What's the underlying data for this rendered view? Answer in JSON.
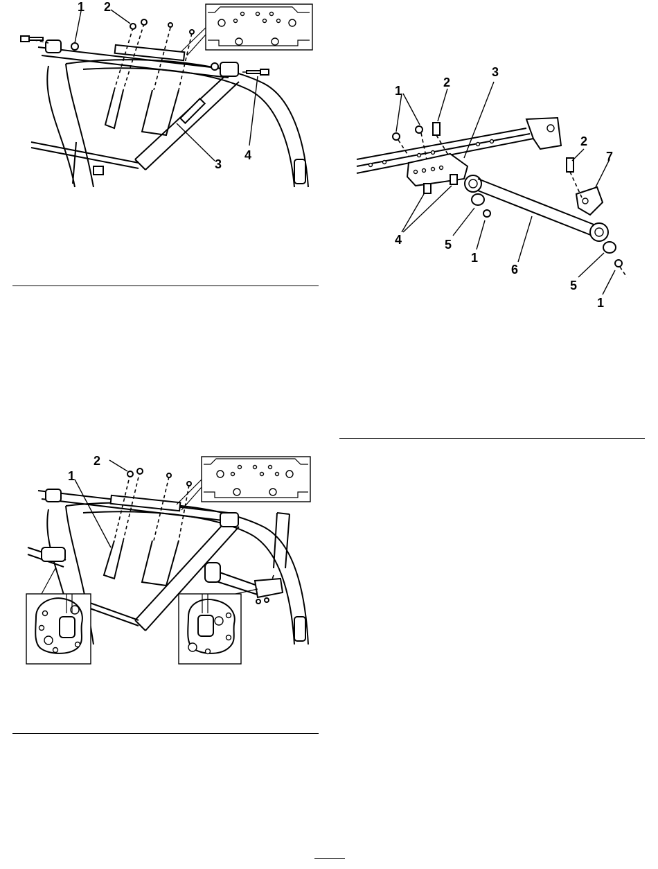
{
  "figure_top_left": {
    "callouts": [
      "1",
      "2",
      "3",
      "4"
    ]
  },
  "figure_top_right": {
    "callouts": [
      "1",
      "2",
      "3",
      "2",
      "7",
      "4",
      "5",
      "1",
      "6",
      "5",
      "1"
    ]
  },
  "figure_bottom_left": {
    "callouts": [
      "2",
      "1"
    ]
  },
  "page_number": ""
}
